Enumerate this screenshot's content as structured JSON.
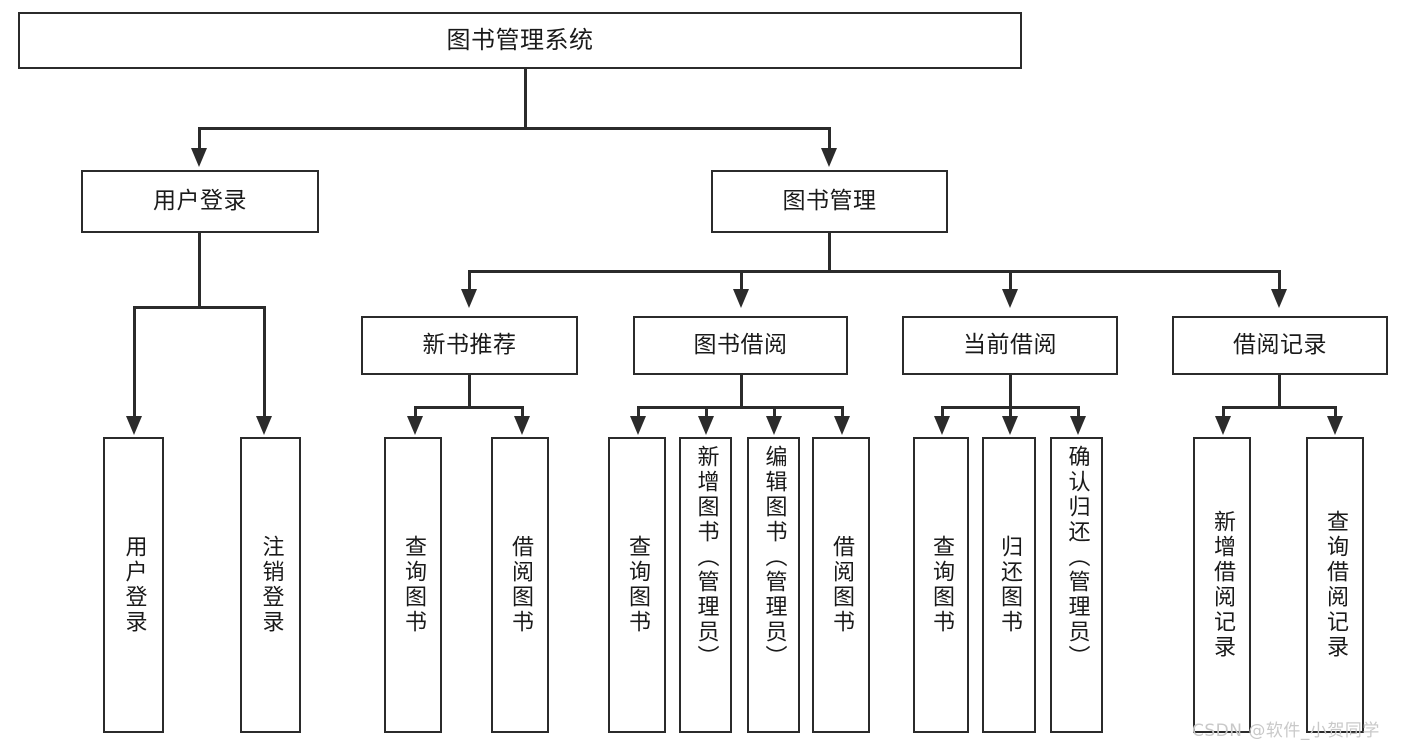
{
  "diagram": {
    "type": "tree-hierarchy",
    "title": "图书管理系统",
    "root": {
      "label": "图书管理系统"
    },
    "level2": [
      {
        "id": "user-login",
        "label": "用户登录"
      },
      {
        "id": "book-management",
        "label": "图书管理"
      }
    ],
    "level3": [
      {
        "id": "new-book-recommend",
        "label": "新书推荐"
      },
      {
        "id": "book-borrow",
        "label": "图书借阅"
      },
      {
        "id": "current-borrow",
        "label": "当前借阅"
      },
      {
        "id": "borrow-record",
        "label": "借阅记录"
      }
    ],
    "leaves": {
      "user_login": [
        {
          "id": "leaf-user-login",
          "label": "用户登录"
        },
        {
          "id": "leaf-logout",
          "label": "注销登录"
        }
      ],
      "new_book_recommend": [
        {
          "id": "leaf-query-book-1",
          "label": "查询图书"
        },
        {
          "id": "leaf-borrow-book-1",
          "label": "借阅图书"
        }
      ],
      "book_borrow": [
        {
          "id": "leaf-query-book-2",
          "label": "查询图书"
        },
        {
          "id": "leaf-add-book",
          "label": "新增图书（管理员）"
        },
        {
          "id": "leaf-edit-book",
          "label": "编辑图书（管理员）"
        },
        {
          "id": "leaf-borrow-book-2",
          "label": "借阅图书"
        }
      ],
      "current_borrow": [
        {
          "id": "leaf-query-book-3",
          "label": "查询图书"
        },
        {
          "id": "leaf-return-book",
          "label": "归还图书"
        },
        {
          "id": "leaf-confirm-return",
          "label": "确认归还（管理员）"
        }
      ],
      "borrow_record": [
        {
          "id": "leaf-add-record",
          "label": "新增借阅记录"
        },
        {
          "id": "leaf-query-record",
          "label": "查询借阅记录"
        }
      ]
    },
    "watermark": "CSDN @软件_小贺同学",
    "colors": {
      "line": "#2b2b2b",
      "box_fill": "#ffffff",
      "text": "#1a1a1a",
      "watermark": "#c9c9c9",
      "background": "#ffffff"
    }
  }
}
